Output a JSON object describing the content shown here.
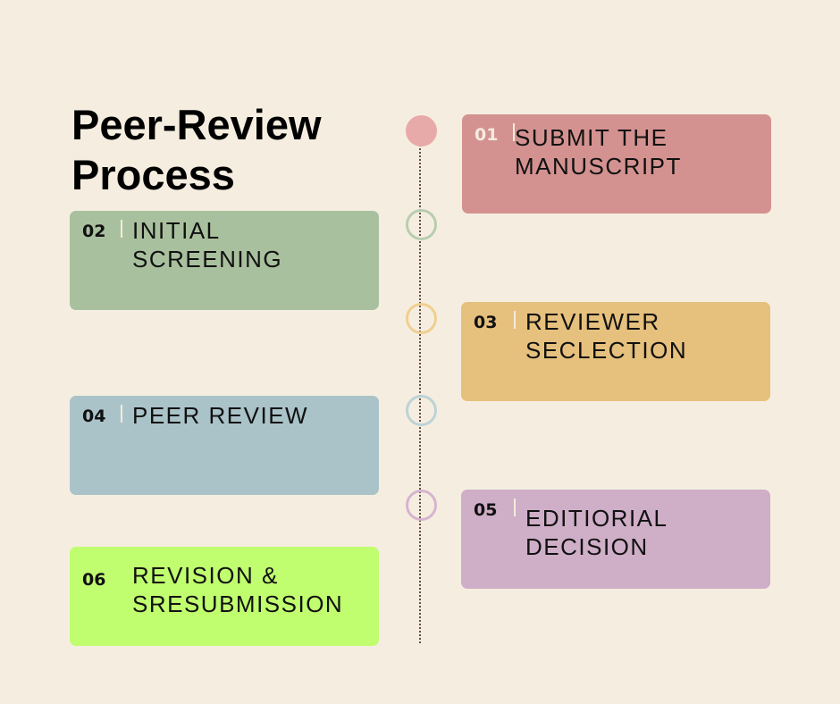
{
  "title": "Peer-Review Process",
  "colors": {
    "background": "#f5eee0",
    "timeline": "#6b4a44"
  },
  "steps": [
    {
      "number": "01",
      "label": "SUBMIT THE MANUSCRIPT",
      "color": "#d39290",
      "dot_color": "#e8aaa8"
    },
    {
      "number": "02",
      "label": "INITIAL SCREENING",
      "color": "#a9c09e",
      "dot_color": "#b8cdb0"
    },
    {
      "number": "03",
      "label": "REVIEWER SECLECTION",
      "color": "#e6c07d",
      "dot_color": "#f0cf90"
    },
    {
      "number": "04",
      "label": "PEER REVIEW",
      "color": "#aac3c9",
      "dot_color": "#bcd3d6"
    },
    {
      "number": "05",
      "label": "EDITIORIAL DECISION",
      "color": "#cfaec7",
      "dot_color": "#d6b4cf"
    },
    {
      "number": "06",
      "label": "REVISION & SRESUBMISSION",
      "color": "#c0fd6f"
    }
  ]
}
